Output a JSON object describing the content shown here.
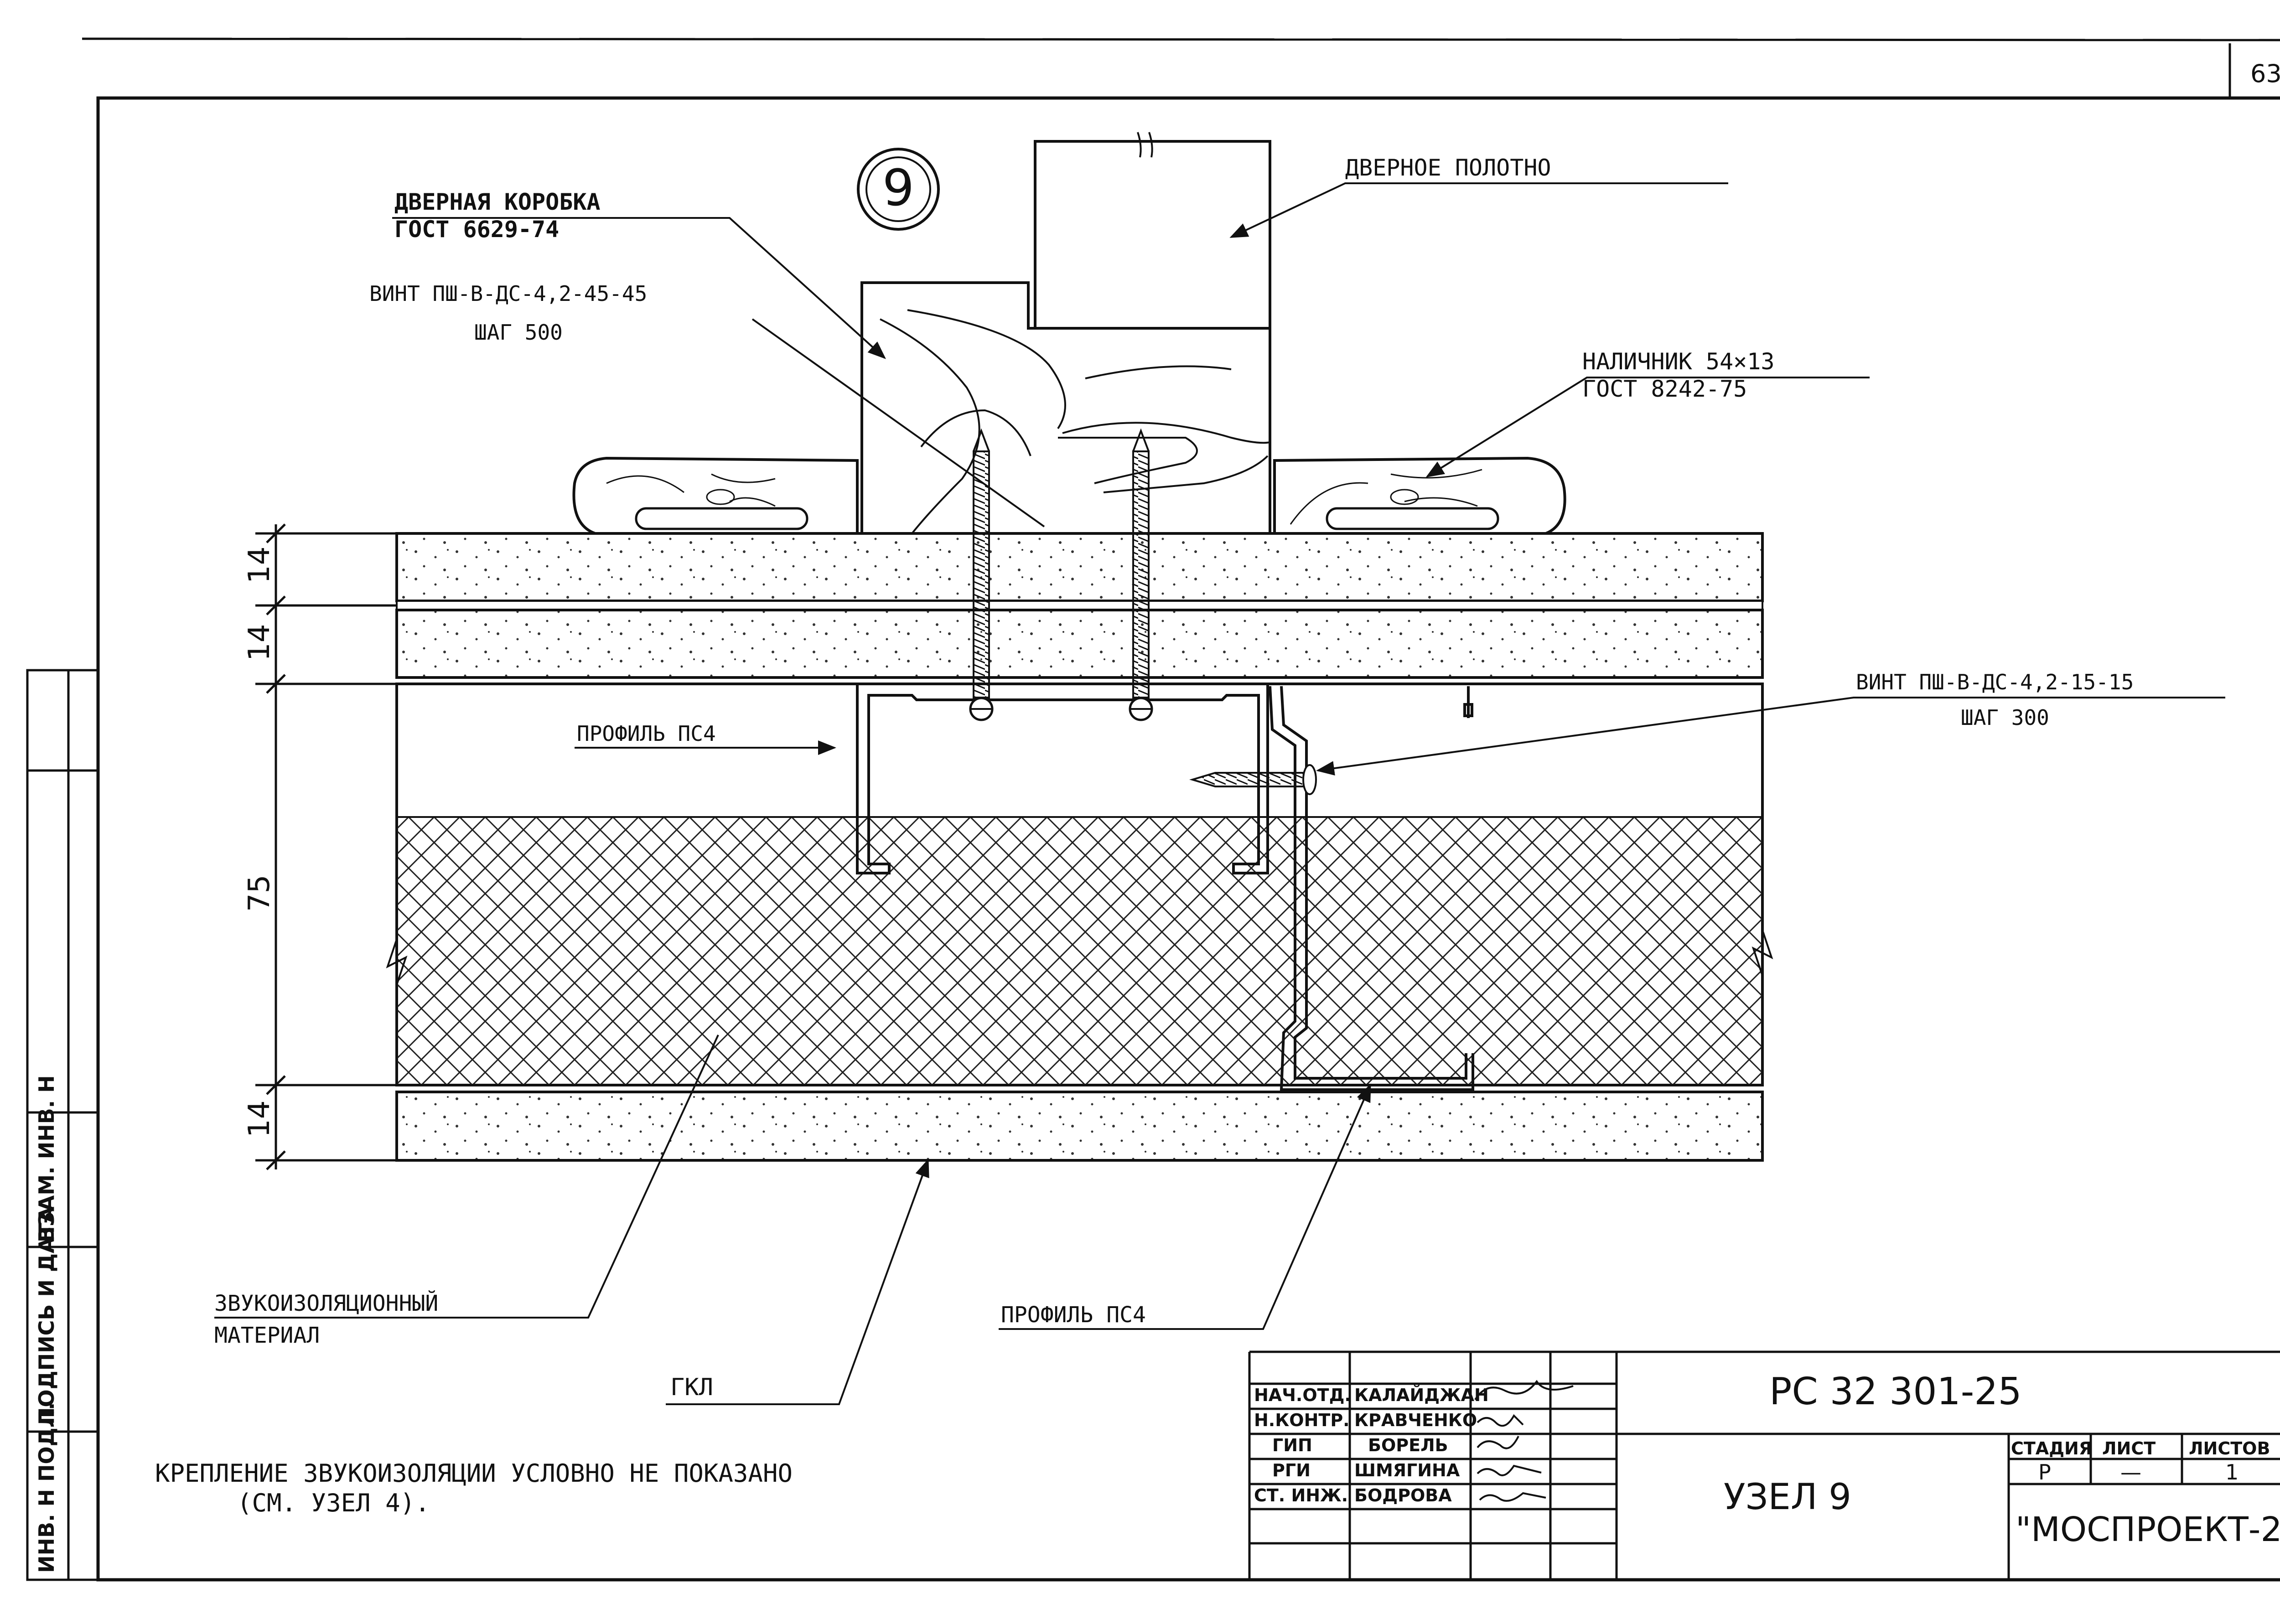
{
  "sheet_number": "63",
  "node_number": "9",
  "labels": {
    "door_frame": "ДВЕРНАЯ КОРОБКА",
    "door_frame_std": "ГОСТ 6629-74",
    "screw_top": "ВИНТ ПШ-В-ДС-4,2-45-45",
    "screw_top_pitch": "ШАГ 500",
    "door_leaf": "ДВЕРНОЕ ПОЛОТНО",
    "casing": "НАЛИЧНИК 54×13",
    "casing_std": "ГОСТ 8242-75",
    "screw_side": "ВИНТ ПШ-В-ДС-4,2-15-15",
    "screw_side_pitch": "ШАГ 300",
    "profile_upper": "ПРОФИЛЬ ПС4",
    "profile_lower": "ПРОФИЛЬ ПС4",
    "sound_material_1": "ЗВУКОИЗОЛЯЦИОННЫЙ",
    "sound_material_2": "МАТЕРИАЛ",
    "gkl": "ГКЛ",
    "note_1": "КРЕПЛЕНИЕ ЗВУКОИЗОЛЯЦИИ УСЛОВНО НЕ ПОКАЗАНО",
    "note_2": "(СМ. УЗЕЛ 4)."
  },
  "dimensions": {
    "d1": "14",
    "d2": "14",
    "d3": "75",
    "d4": "14"
  },
  "left_strip": {
    "inv_orig": "ИНВ. Н ПОДЛ.",
    "sign_date": "ПОДПИСЬ И ДАТА",
    "inv_replace": "ВЗАМ. ИНВ. Н"
  },
  "title_block": {
    "roles": [
      "НАЧ.ОТД.",
      "Н.КОНТР.",
      "ГИП",
      "РГИ",
      "СТ. ИНЖ."
    ],
    "names": [
      "КАЛАЙДЖАН",
      "КРАВЧЕНКО",
      "БОРЕЛЬ",
      "ШМЯГИНА",
      "БОДРОВА"
    ],
    "doc_code": "РС 32 301-25",
    "sheet_title": "УЗЕЛ 9",
    "col_stage": "СТАДИЯ",
    "col_sheet": "ЛИСТ",
    "col_sheets": "ЛИСТОВ",
    "stage": "Р",
    "sheet": "—",
    "sheets": "1",
    "org": "\"МОСПРОЕКТ-2\""
  }
}
